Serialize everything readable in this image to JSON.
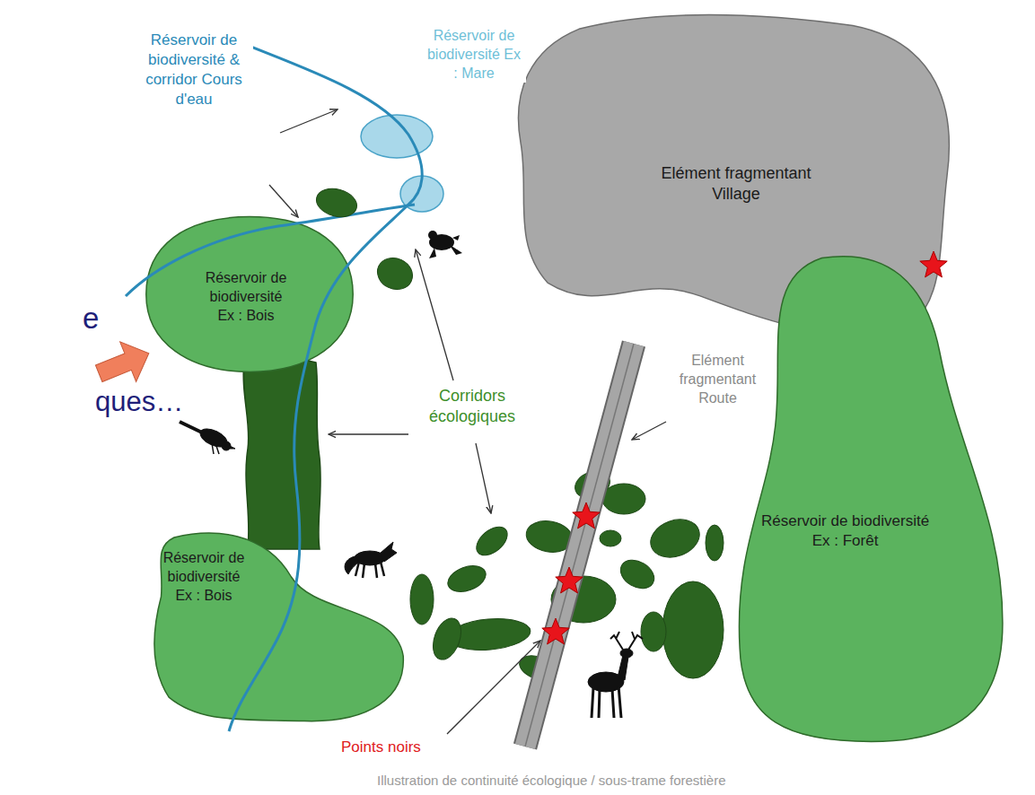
{
  "diagram": {
    "caption": "Illustration de continuité écologique / sous-trame forestière",
    "nodes": [
      {
        "text": [
          "Elément fragmentant Village"
        ]
      },
      {
        "text": [
          "Réservoir de biodiversité",
          "Ex : Bois"
        ]
      },
      {
        "text": [
          "Réservoir de biodiversité",
          "Ex : Forêt"
        ]
      },
      {
        "text": [
          "Réservoir de biodiversité",
          "Ex : Bois"
        ]
      }
    ],
    "labels": [
      "e",
      "ques…",
      "Réservoir de biodiversité & corridor Cours d'eau",
      "Réservoir de biodiversité Ex : Mare",
      "Corridors écologiques",
      "Elément fragmentant Route",
      "Points noirs"
    ]
  }
}
